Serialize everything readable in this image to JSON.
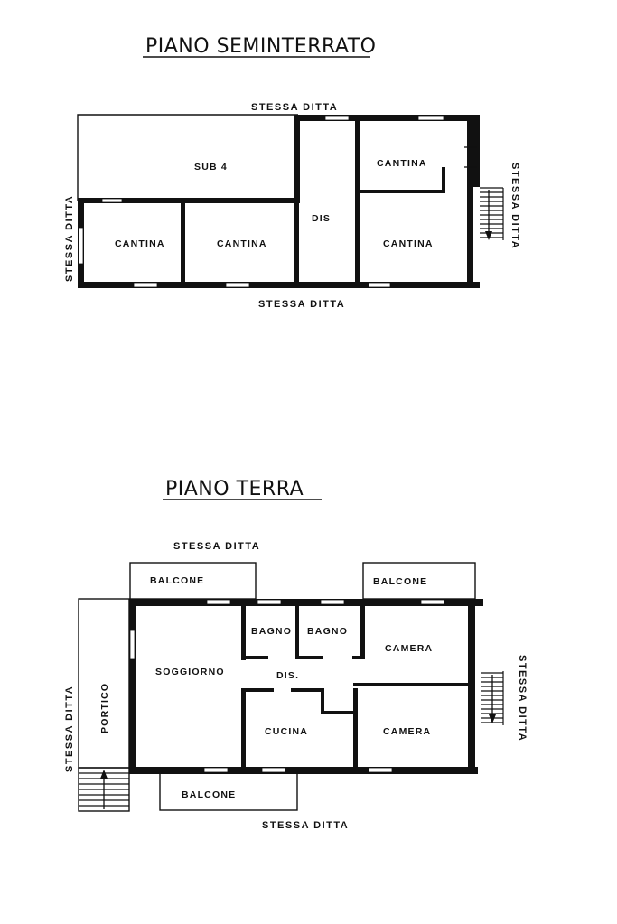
{
  "floors": [
    {
      "title": "PIANO SEMINTERRATO",
      "rooms": {
        "sub4": "SUB 4",
        "cantina_ne": "CANTINA",
        "dis": "DIS",
        "cantina_1": "CANTINA",
        "cantina_2": "CANTINA",
        "cantina_3": "CANTINA"
      },
      "boundaries": {
        "top": "STESSA DITTA",
        "bottom": "STESSA DITTA",
        "left": "STESSA DITTA",
        "right": "STESSA DITTA"
      }
    },
    {
      "title": "PIANO TERRA",
      "rooms": {
        "balcone_nw": "BALCONE",
        "balcone_ne": "BALCONE",
        "bagno_1": "BAGNO",
        "bagno_2": "BAGNO",
        "soggiorno": "SOGGIORNO",
        "dis": "DIS.",
        "camera_1": "CAMERA",
        "cucina": "CUCINA",
        "camera_2": "CAMERA",
        "portico": "PORTICO",
        "balcone_s": "BALCONE"
      },
      "boundaries": {
        "top": "STESSA DITTA",
        "bottom": "STESSA DITTA",
        "left": "STESSA DITTA",
        "right": "STESSA DITTA"
      }
    }
  ],
  "icons": [
    "stair-arrow-down-icon",
    "stair-arrow-up-icon"
  ]
}
